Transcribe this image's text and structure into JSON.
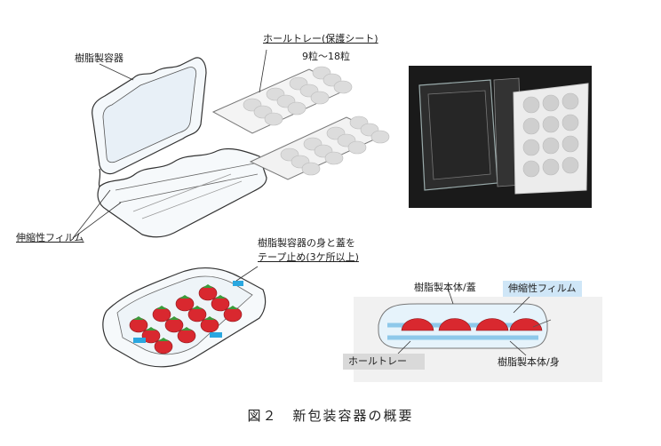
{
  "labels": {
    "resin_container": "樹脂製容器",
    "hole_tray": "ホールトレー(保護シート)",
    "grain_count": "9粒～18粒",
    "shrink_film": "伸縮性フィルム",
    "tape_note_line1": "樹脂製容器の身と蓋を",
    "tape_note_line2": "テープ止め(3ケ所以上)"
  },
  "cross_section": {
    "lid": "樹脂製本体/蓋",
    "film": "伸縮性フィルム",
    "tray": "ホールトレー",
    "body": "樹脂製本体/身"
  },
  "caption": "図２　新包装容器の概要",
  "colors": {
    "strawberry": "#d9282f",
    "tape": "#2aa7e0",
    "film_box": "#cfe6f7",
    "tray_box": "#d9d9d9",
    "photo_bg": "#1a1a1a"
  }
}
